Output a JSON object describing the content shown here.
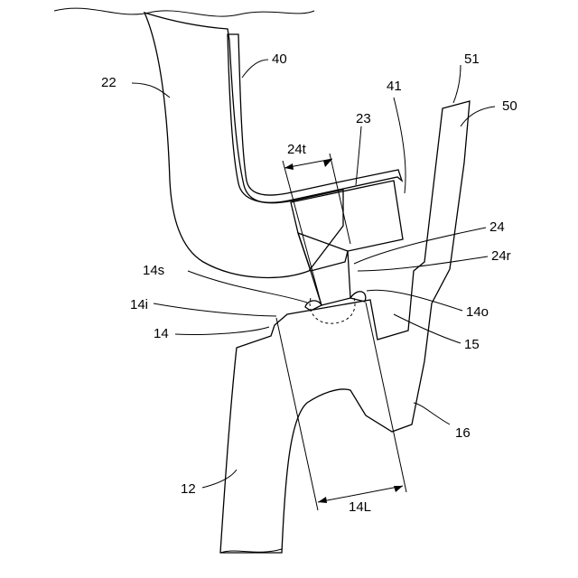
{
  "labels": {
    "l22": "22",
    "l40": "40",
    "l41": "41",
    "l23": "23",
    "l24t": "24t",
    "l51": "51",
    "l50": "50",
    "l24": "24",
    "l24r": "24r",
    "l14s": "14s",
    "l14i": "14i",
    "l14o": "14o",
    "l14": "14",
    "l15": "15",
    "l16": "16",
    "l12": "12",
    "l14L": "14L"
  }
}
